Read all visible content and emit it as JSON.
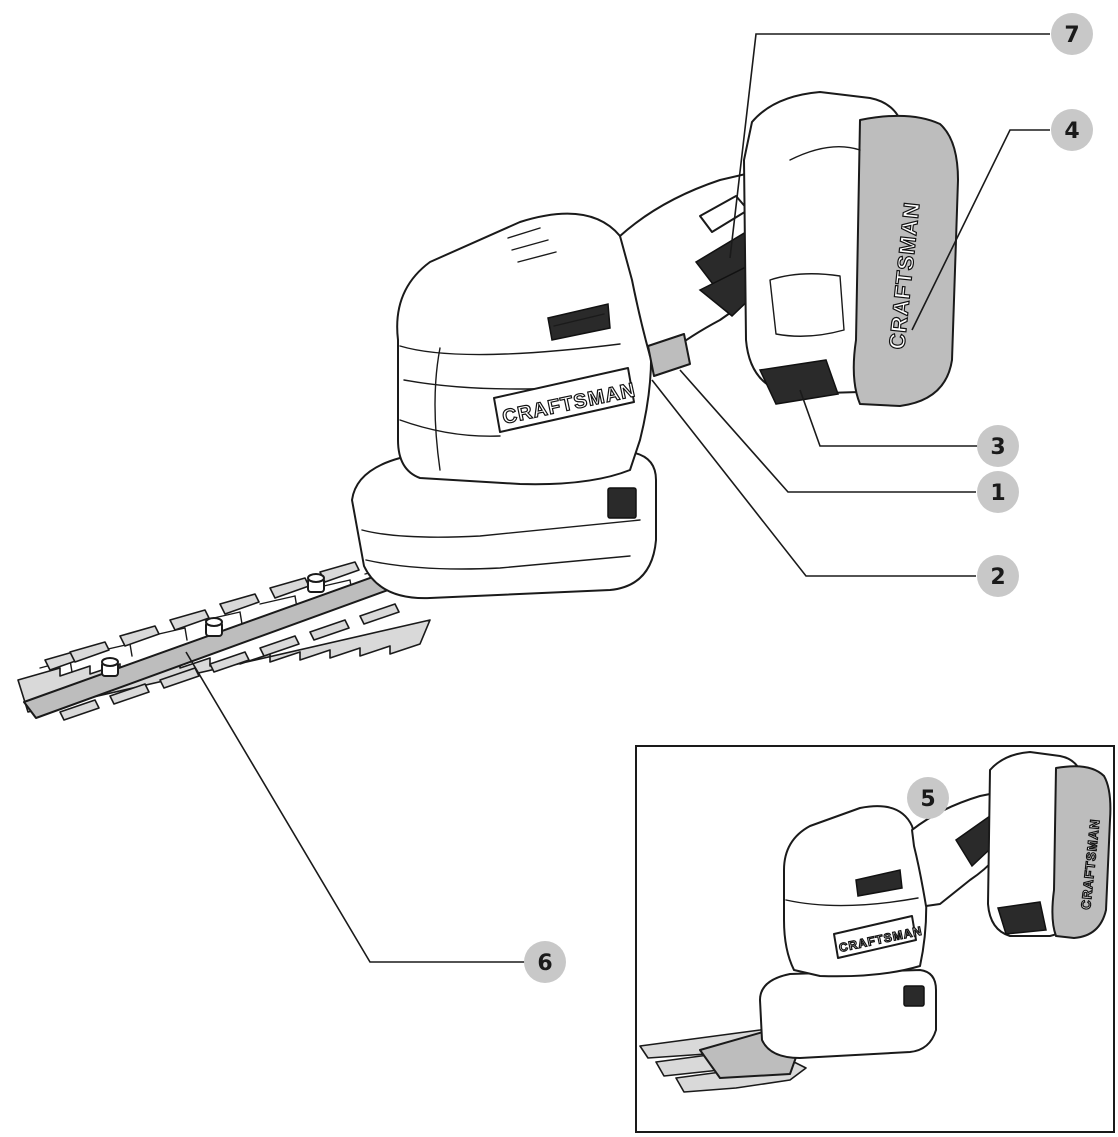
{
  "diagram": {
    "main_tool": {
      "housing_brand": "CRAFTSMAN",
      "battery_brand": "CRAFTSMAN"
    },
    "inset": {
      "housing_brand": "CRAFTSMAN",
      "battery_brand": "CRAFTSMAN"
    },
    "callouts": [
      {
        "number": "1"
      },
      {
        "number": "2"
      },
      {
        "number": "3"
      },
      {
        "number": "4"
      },
      {
        "number": "5"
      },
      {
        "number": "6"
      },
      {
        "number": "7"
      }
    ]
  }
}
